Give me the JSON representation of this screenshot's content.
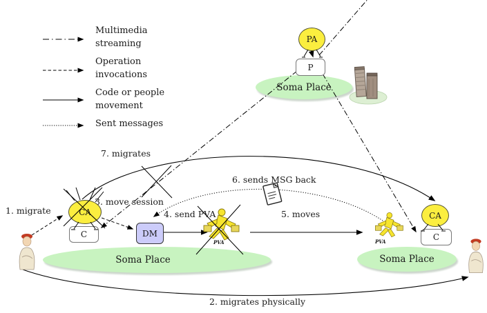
{
  "legend": {
    "items": [
      {
        "name": "multimedia-streaming",
        "style": "dashdot",
        "line1": "Multimedia",
        "line2": "streaming"
      },
      {
        "name": "operation-invocations",
        "style": "dashed",
        "line1": "Operation",
        "line2": "invocations"
      },
      {
        "name": "code-or-people-movement",
        "style": "solid",
        "line1": "Code or people",
        "line2": "movement"
      },
      {
        "name": "sent-messages",
        "style": "dotted",
        "line1": "Sent  messages",
        "line2": ""
      }
    ]
  },
  "steps": {
    "s1": "1. migrate",
    "s2": "2. migrates physically",
    "s3": "3. move session",
    "s4": "4. send PVA",
    "s5": "5. moves",
    "s6": "6. sends MSG back",
    "s7": "7. migrates"
  },
  "nodes": {
    "pa": "PA",
    "p": "P",
    "ca_left": "CA",
    "c_left": "C",
    "dm": "DM",
    "ca_right": "CA",
    "c_right": "C"
  },
  "figures": {
    "pva_mid_label": "PVA",
    "pva_right_label": "PVA"
  },
  "places": {
    "top": "Soma Place",
    "left": "Soma Place",
    "right": "Soma Place"
  },
  "colors": {
    "agent_fill": "#fbee3f",
    "agent_border": "#555533",
    "place_fill": "#c8f3c0",
    "dm_fill": "#ccccfa",
    "box_border": "#777777",
    "line": "#000000",
    "text": "#1a1a1a"
  }
}
